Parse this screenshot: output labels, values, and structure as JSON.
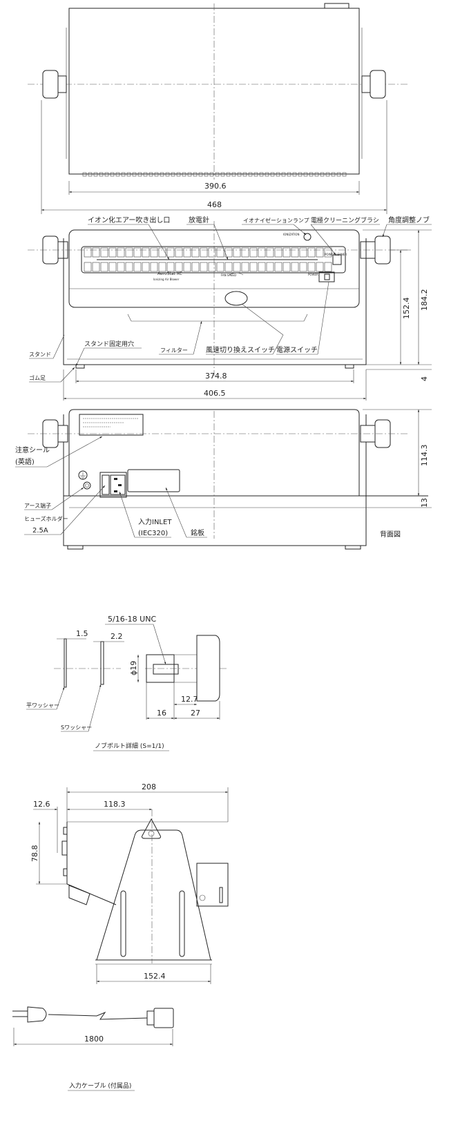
{
  "top_view": {
    "dim_inner": "390.6",
    "dim_outer": "468"
  },
  "front_view": {
    "labels": {
      "air_outlet": "イオン化エアー吹き出し口",
      "emitter": "放電針",
      "ion_lamp": "イオナイゼーションランプ",
      "cleaning_brush": "電極クリーニングブラシ",
      "angle_knob": "角度調整ノブ",
      "stand": "スタンド",
      "stand_hole": "スタンド固定用穴",
      "filter": "フィルター",
      "fan_switch": "風速切り換えスイッチ",
      "power_switch": "電源スイッチ",
      "rubber_foot": "ゴム足"
    },
    "panel_text": {
      "brand": "AeroStat XC",
      "subtitle": "Ionizing Air Blower",
      "fan_speed": "FAN SPEED",
      "power": "POWER",
      "ionization": "IONIZATION",
      "point_cleaner": "POINT CLEANER"
    },
    "dims": {
      "w_inner": "374.8",
      "w_outer": "406.5",
      "h_total": "184.2",
      "h_center": "152.4",
      "foot": "4"
    }
  },
  "back_view": {
    "labels": {
      "caution_seal": "注意シール",
      "caution_seal_lang": "(英語)",
      "earth": "アース端子",
      "fuse": "ヒューズホルダー",
      "fuse_rating": "2.5A",
      "inlet": "入力INLET",
      "inlet_std": "(IEC320)",
      "nameplate": "銘板",
      "title": "背面図"
    },
    "dims": {
      "h": "114.3",
      "gap": "13"
    }
  },
  "bolt_detail": {
    "thread": "5/16-18 UNC",
    "flat_washer_t": "1.5",
    "spring_washer_t": "2.2",
    "dia": "ϕ19",
    "d1": "12.7",
    "d2": "16",
    "d3": "27",
    "flat_washer": "平ワッシャー",
    "spring_washer": "Sワッシャー",
    "title": "ノブボルト詳細 (S=1/1)"
  },
  "side_view": {
    "depth": "208",
    "offset": "12.6",
    "center": "118.3",
    "height": "78.8",
    "base": "152.4"
  },
  "cable": {
    "length": "1800",
    "title": "入力ケーブル (付属品)"
  }
}
